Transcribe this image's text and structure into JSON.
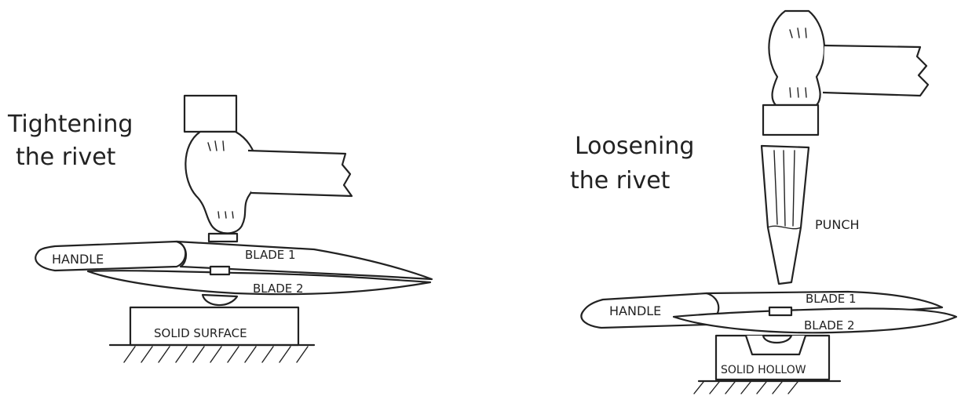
{
  "left_panel": {
    "caption_line1": "Tightening",
    "caption_line2": "the rivet",
    "labels": {
      "handle": "HANDLE",
      "blade1": "BLADE 1",
      "blade2": "BLADE 2",
      "surface": "SOLID SURFACE"
    }
  },
  "right_panel": {
    "caption_line1": "Loosening",
    "caption_line2": "the rivet",
    "labels": {
      "punch": "PUNCH",
      "handle": "HANDLE",
      "blade1": "BLADE 1",
      "blade2": "BLADE 2",
      "surface": "SOLID HOLLOW"
    }
  }
}
